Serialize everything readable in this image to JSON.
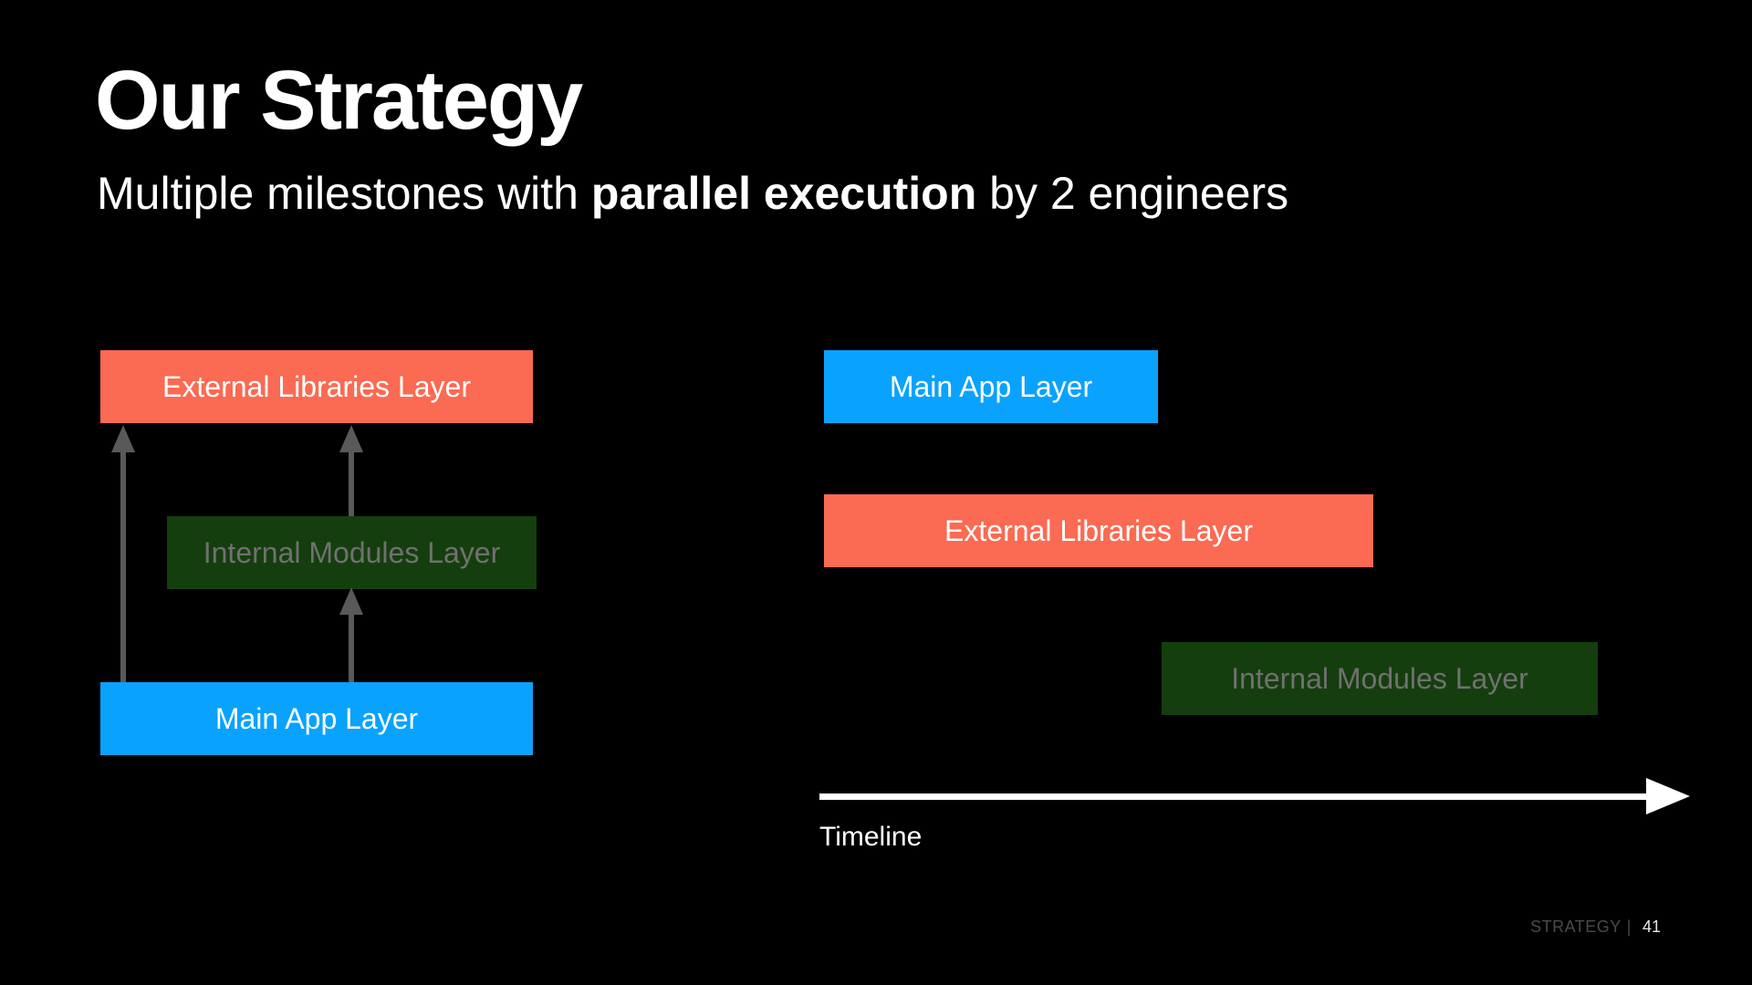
{
  "slide": {
    "title": "Our Strategy",
    "subtitle": {
      "prefix": "Multiple milestones with ",
      "bold": "parallel execution",
      "suffix": " by 2 engineers"
    }
  },
  "dependency_stack": {
    "boxes": [
      {
        "id": "external",
        "label": "External Libraries Layer"
      },
      {
        "id": "internal",
        "label": "Internal Modules Layer"
      },
      {
        "id": "main",
        "label": "Main App Layer"
      }
    ],
    "arrows": [
      {
        "from": "main",
        "to": "external"
      },
      {
        "from": "internal",
        "to": "external"
      },
      {
        "from": "main",
        "to": "internal"
      }
    ]
  },
  "timeline_plan": {
    "bars": [
      {
        "id": "main",
        "label": "Main App Layer"
      },
      {
        "id": "external",
        "label": "External Libraries Layer"
      },
      {
        "id": "internal",
        "label": "Internal Modules Layer"
      }
    ],
    "axis_label": "Timeline"
  },
  "footer": {
    "section": "STRATEGY",
    "divider": "|",
    "page": "41"
  },
  "colors": {
    "background": "#000000",
    "external_layer": "#FB6A52",
    "main_layer": "#0AA2FF",
    "internal_layer": "#153E0E",
    "internal_layer_text": "#707070",
    "dependency_arrow": "#595959",
    "timeline_arrow": "#FFFFFF",
    "footer_section": "#4A4A4A",
    "footer_page": "#E6E6E6"
  }
}
